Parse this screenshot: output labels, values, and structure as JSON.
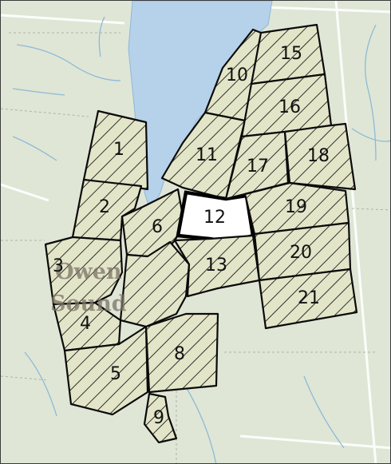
{
  "map": {
    "town_label": [
      "Owen",
      "Sound"
    ],
    "colors": {
      "land": "#dfe6d6",
      "water": "#b5d2ea",
      "parcel_fill": "#e4e6c9",
      "hatch": "#111111",
      "highlight": "#ffffff"
    },
    "selected_parcel": "12",
    "parcels": [
      {
        "id": "1"
      },
      {
        "id": "2"
      },
      {
        "id": "3"
      },
      {
        "id": "4"
      },
      {
        "id": "5"
      },
      {
        "id": "6"
      },
      {
        "id": "8"
      },
      {
        "id": "9"
      },
      {
        "id": "10"
      },
      {
        "id": "11"
      },
      {
        "id": "12"
      },
      {
        "id": "13"
      },
      {
        "id": "15"
      },
      {
        "id": "16"
      },
      {
        "id": "17"
      },
      {
        "id": "18"
      },
      {
        "id": "19"
      },
      {
        "id": "20"
      },
      {
        "id": "21"
      }
    ]
  }
}
